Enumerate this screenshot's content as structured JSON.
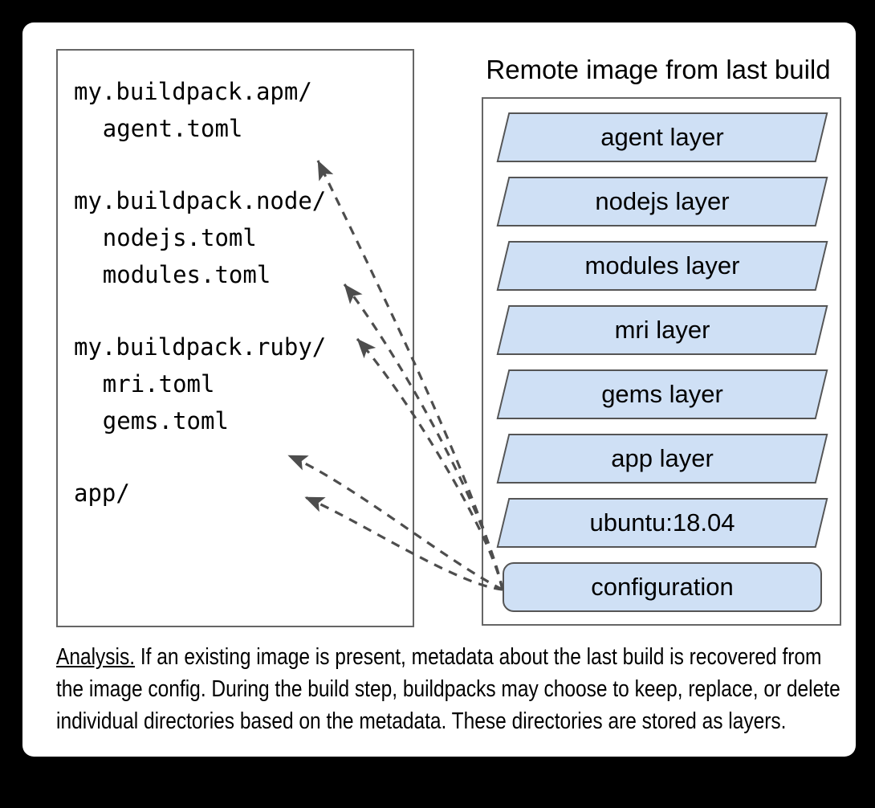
{
  "diagram": {
    "background_color": "#000000",
    "card_color": "#ffffff",
    "layer_fill": "#cfe0f5",
    "layer_border": "#555555",
    "panel_border": "#666666",
    "arrow_color": "#4d4d4d"
  },
  "directory_panel": {
    "groups": [
      {
        "dir": "my.buildpack.apm/",
        "files": [
          "agent.toml"
        ]
      },
      {
        "dir": "my.buildpack.node/",
        "files": [
          "nodejs.toml",
          "modules.toml"
        ]
      },
      {
        "dir": "my.buildpack.ruby/",
        "files": [
          "mri.toml",
          "gems.toml"
        ]
      },
      {
        "dir": "app/",
        "files": []
      }
    ]
  },
  "image_panel": {
    "title": "Remote image from last build",
    "layers": [
      {
        "label": "agent layer",
        "shape": "parallelogram"
      },
      {
        "label": "nodejs layer",
        "shape": "parallelogram"
      },
      {
        "label": "modules layer",
        "shape": "parallelogram"
      },
      {
        "label": "mri layer",
        "shape": "parallelogram"
      },
      {
        "label": "gems layer",
        "shape": "parallelogram"
      },
      {
        "label": "app layer",
        "shape": "parallelogram"
      },
      {
        "label": "ubuntu:18.04",
        "shape": "parallelogram"
      },
      {
        "label": "configuration",
        "shape": "rounded-rect"
      }
    ]
  },
  "arrows": {
    "source_label": "configuration",
    "description": "Dashed arrows from the configuration layer to each buildpack metadata file",
    "targets": [
      "agent.toml",
      "nodejs.toml",
      "modules.toml",
      "mri.toml",
      "gems.toml"
    ]
  },
  "caption": {
    "lead": "Analysis.",
    "body": " If an existing image is present, metadata about the last build is recovered from the image config. During the build step, buildpacks may choose to keep, replace, or delete individual directories based on the metadata. These directories are stored as layers."
  }
}
